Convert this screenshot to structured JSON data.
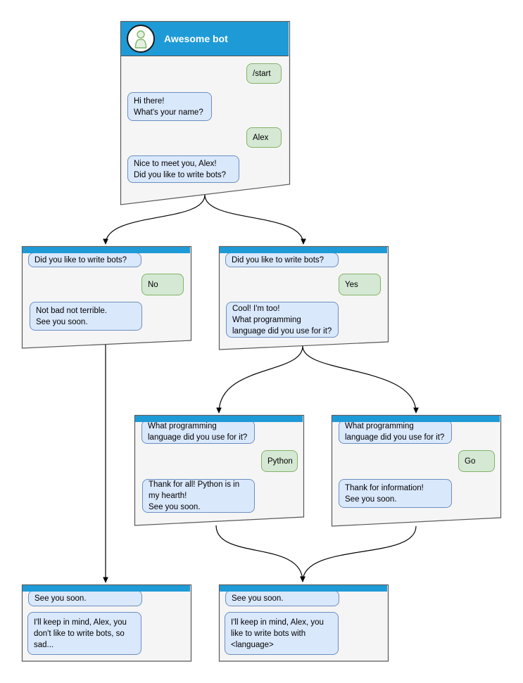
{
  "main_window": {
    "title": "Awesome bot",
    "messages": [
      {
        "from": "user",
        "text": "/start"
      },
      {
        "from": "bot",
        "text": "Hi there!\nWhat's your name?"
      },
      {
        "from": "user",
        "text": "Alex"
      },
      {
        "from": "bot",
        "text": "Nice to meet you, Alex!\nDid you like to write bots?"
      }
    ]
  },
  "branch_windows": [
    {
      "name": "no-branch",
      "messages": [
        {
          "from": "bot",
          "text": "Did you like to write bots?"
        },
        {
          "from": "user",
          "text": "No"
        },
        {
          "from": "bot",
          "text": "Not bad not terrible.\nSee you soon."
        }
      ]
    },
    {
      "name": "yes-branch",
      "messages": [
        {
          "from": "bot",
          "text": "Did you like to write bots?"
        },
        {
          "from": "user",
          "text": "Yes"
        },
        {
          "from": "bot",
          "text": "Cool! I'm too!\nWhat programming\nlanguage did you use for it?"
        }
      ]
    },
    {
      "name": "python-branch",
      "messages": [
        {
          "from": "bot",
          "text": "What programming\nlanguage did you use for it?"
        },
        {
          "from": "user",
          "text": "Python"
        },
        {
          "from": "bot",
          "text": "Thank for all! Python is in\nmy hearth!\nSee you soon."
        }
      ]
    },
    {
      "name": "go-branch",
      "messages": [
        {
          "from": "bot",
          "text": "What programming\nlanguage did you use for it?"
        },
        {
          "from": "user",
          "text": "Go"
        },
        {
          "from": "bot",
          "text": "Thank for information!\nSee you soon."
        }
      ]
    },
    {
      "name": "end-no-branch",
      "messages": [
        {
          "from": "bot",
          "text": "See you soon."
        },
        {
          "from": "bot",
          "text": "I'll keep in mind, Alex, you\ndon't like to write bots, so\nsad..."
        }
      ]
    },
    {
      "name": "end-yes-branch",
      "messages": [
        {
          "from": "bot",
          "text": "See you soon."
        },
        {
          "from": "bot",
          "text": "I'll keep in mind, Alex, you\nlike to write bots with\n<language>"
        }
      ]
    }
  ],
  "connections": [
    {
      "from": "main",
      "to": "no-branch"
    },
    {
      "from": "main",
      "to": "yes-branch"
    },
    {
      "from": "yes-branch",
      "to": "python-branch"
    },
    {
      "from": "yes-branch",
      "to": "go-branch"
    },
    {
      "from": "no-branch",
      "to": "end-no-branch"
    },
    {
      "from": "python-branch",
      "to": "end-yes-branch"
    },
    {
      "from": "go-branch",
      "to": "end-yes-branch"
    }
  ],
  "colors": {
    "titlebar_blue": "#1e9bd7",
    "bot_bubble_fill": "#dae8fc",
    "bot_bubble_border": "#6c8ebf",
    "user_bubble_fill": "#d5e8d4",
    "user_bubble_border": "#82b366",
    "window_fill": "#f5f5f5",
    "window_border": "#595959",
    "arrow_color": "#000000",
    "avatar_icon_green": "#82b366"
  }
}
